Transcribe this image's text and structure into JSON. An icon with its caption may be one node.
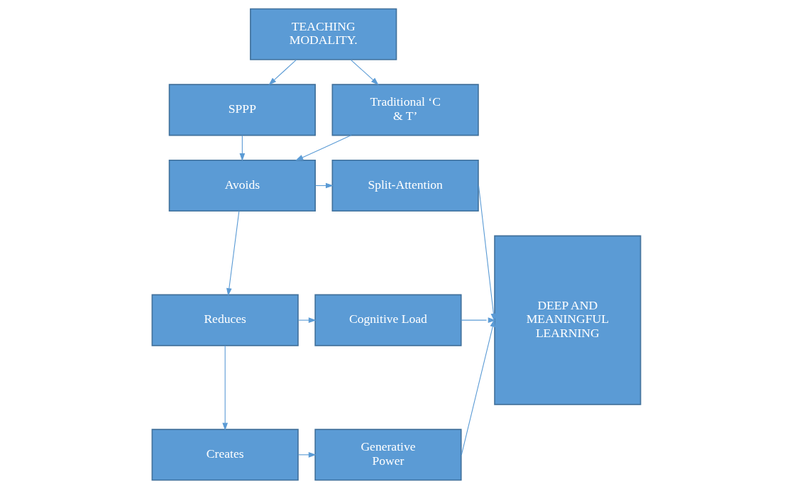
{
  "diagram": {
    "nodes": [
      {
        "text": [
          "TEACHING MODALITY."
        ]
      },
      {
        "text": [
          "SPPP"
        ]
      },
      {
        "text": [
          "Traditional ‘C & T’"
        ]
      },
      {
        "text": [
          "Avoids"
        ]
      },
      {
        "text": [
          "Split-Attention"
        ]
      },
      {
        "text": [
          "Reduces"
        ]
      },
      {
        "text": [
          "Cognitive Load"
        ]
      },
      {
        "text": [
          "Creates"
        ]
      },
      {
        "text": [
          "Generative Power"
        ]
      },
      {
        "text": [
          "DEEP AND MEANINGFUL LEARNING"
        ]
      }
    ],
    "edges": [
      {
        "from": 0,
        "to": 1,
        "arrow": "to"
      },
      {
        "from": 0,
        "to": 2,
        "arrow": "to"
      },
      {
        "from": 1,
        "to": 3,
        "arrow": "to"
      },
      {
        "from": 2,
        "to": 3,
        "arrow": "to"
      },
      {
        "from": 3,
        "to": 4,
        "arrow": "to"
      },
      {
        "from": 3,
        "to": 5,
        "arrow": "to"
      },
      {
        "from": 5,
        "to": 6,
        "arrow": "to"
      },
      {
        "from": 5,
        "to": 7,
        "arrow": "to"
      },
      {
        "from": 7,
        "to": 8,
        "arrow": "to"
      },
      {
        "from": 4,
        "to": 9,
        "arrow": "to"
      },
      {
        "from": 6,
        "to": 9,
        "arrow": "to"
      },
      {
        "from": 8,
        "to": 9,
        "arrow": "to"
      }
    ]
  }
}
